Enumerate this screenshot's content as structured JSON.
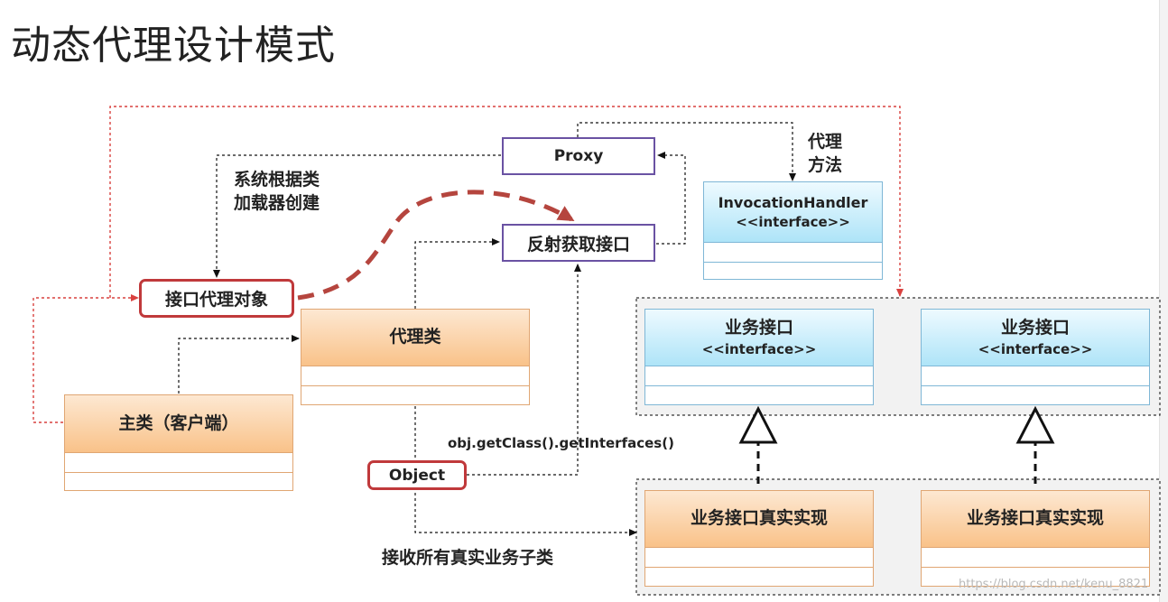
{
  "title": "动态代理设计模式",
  "nodes": {
    "proxy": "Proxy",
    "reflect_interface": "反射获取接口",
    "interface_proxy_object": "接口代理对象",
    "proxy_class": "代理类",
    "main_class": "主类（客户端）",
    "object": "Object",
    "invocation_handler": {
      "name": "InvocationHandler",
      "stereotype": "<<interface>>"
    },
    "business_interface_1": {
      "name": "业务接口",
      "stereotype": "<<interface>>"
    },
    "business_interface_2": {
      "name": "业务接口",
      "stereotype": "<<interface>>"
    },
    "real_impl_1": "业务接口真实实现",
    "real_impl_2": "业务接口真实实现"
  },
  "labels": {
    "system_create": [
      "系统根据类",
      "加载器创建"
    ],
    "proxy_method": [
      "代理",
      "方法"
    ],
    "get_interfaces": "obj.getClass().getInterfaces()",
    "receive_all": "接收所有真实业务子类"
  },
  "watermark": "https://blog.csdn.net/kenu_8821",
  "colors": {
    "purple_border": "#6a52a3",
    "red_border": "#c0393b",
    "red_dash": "#d9413f",
    "orange_fill": "#f9c289",
    "blue_fill": "#aee4f8",
    "curve": "#b5453e"
  }
}
